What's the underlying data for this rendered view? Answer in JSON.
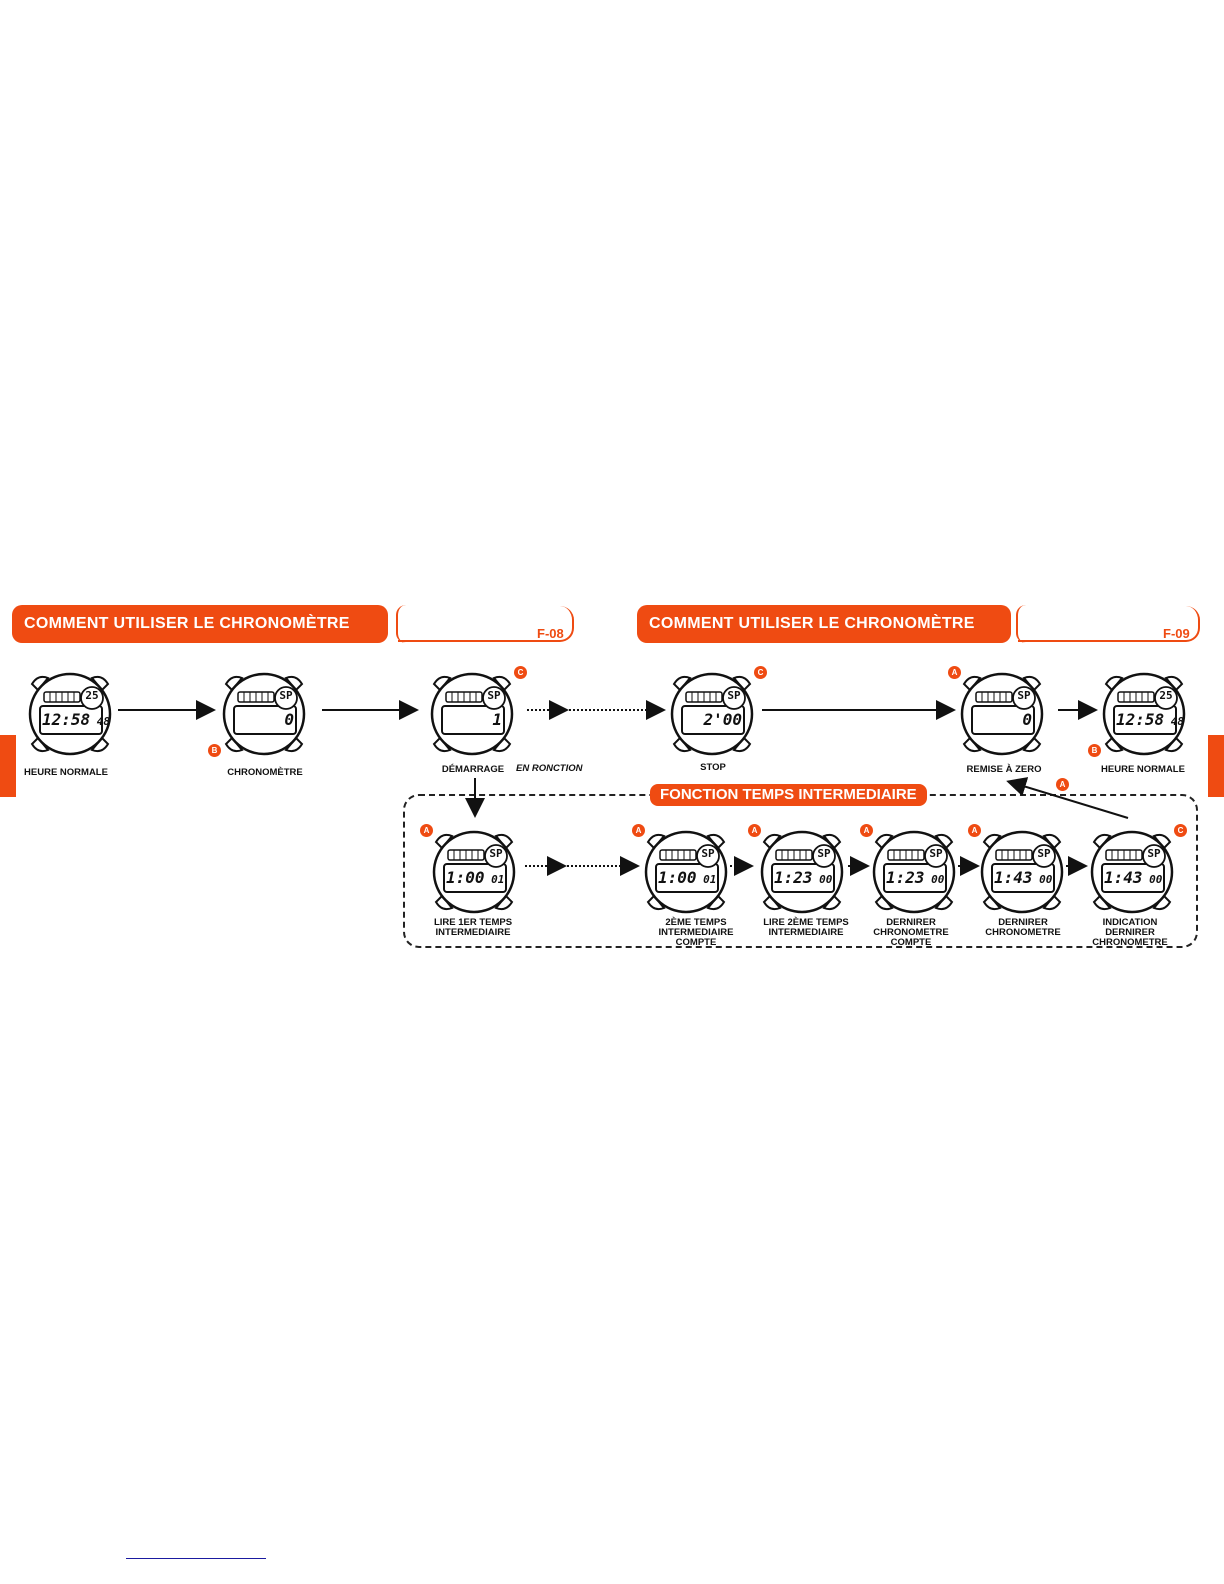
{
  "headers": {
    "left": {
      "title": "COMMENT UTILISER LE CHRONOMÈTRE",
      "page": "F-08"
    },
    "right": {
      "title": "COMMENT UTILISER LE CHRONOMÈTRE",
      "page": "F-09"
    }
  },
  "split_section_title": "FONCTION TEMPS INTERMEDIAIRE",
  "running_note": "EN RONCTION",
  "top_row": [
    {
      "label": [
        "HEURE NORMALE"
      ],
      "display": "12:58 48",
      "top_right": "25",
      "button": "",
      "button_pos": ""
    },
    {
      "label": [
        "CHRONOMÈTRE"
      ],
      "display": "0",
      "top_right": "SP",
      "button": "B",
      "button_pos": "bottom-left"
    },
    {
      "label": [
        "DÉMARRAGE"
      ],
      "display": "1",
      "top_right": "SP",
      "button": "C",
      "button_pos": "top-right"
    },
    {
      "label": [
        "STOP"
      ],
      "display": "2'00",
      "top_right": "SP",
      "button": "C",
      "button_pos": "top-right"
    },
    {
      "label": [
        "REMISE À ZERO"
      ],
      "display": "0",
      "top_right": "SP",
      "button": "A",
      "button_pos": "top-left"
    },
    {
      "label": [
        "HEURE NORMALE"
      ],
      "display": "12:58 48",
      "top_right": "25",
      "button": "B",
      "button_pos": "bottom-left"
    }
  ],
  "bottom_row": [
    {
      "label": [
        "LIRE 1ER TEMPS",
        "INTERMEDIAIRE"
      ],
      "display": "1:00 01",
      "top_right": "SP",
      "button": "A",
      "button_pos": "top-left"
    },
    {
      "label": [
        "2ÈME TEMPS",
        "INTERMEDIAIRE",
        "COMPTE"
      ],
      "display": "1:00 01",
      "top_right": "SP",
      "button": "A",
      "button_pos": "top-left"
    },
    {
      "label": [
        "LIRE 2ÈME TEMPS",
        "INTERMEDIAIRE"
      ],
      "display": "1:23 00",
      "top_right": "SP",
      "button": "A",
      "button_pos": "top-left"
    },
    {
      "label": [
        "DERNIRER",
        "CHRONOMETRE",
        "COMPTE"
      ],
      "display": "1:23 00",
      "top_right": "SP",
      "button": "A",
      "button_pos": "top-left"
    },
    {
      "label": [
        "DERNIRER",
        "CHRONOMETRE"
      ],
      "display": "1:43 00",
      "top_right": "SP",
      "button": "A",
      "button_pos": "top-left"
    },
    {
      "label": [
        "INDICATION",
        "DERNIRER",
        "CHRONOMETRE"
      ],
      "display": "1:43 00",
      "top_right": "SP",
      "button": "C",
      "button_pos": "top-right"
    }
  ],
  "return_button": "A",
  "colors": {
    "accent": "#ef4b12",
    "ink": "#111111"
  }
}
